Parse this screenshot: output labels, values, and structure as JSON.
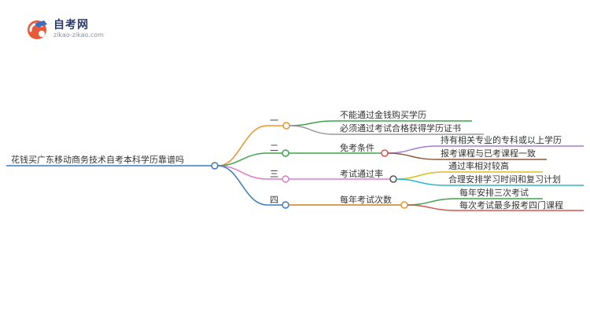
{
  "logo": {
    "title": "自考网",
    "url": "zikao-zikao.com"
  },
  "root": {
    "label": "花钱买广东移动商务技术自考本科学历靠谱吗",
    "color": "#3a7bbf"
  },
  "branches": [
    {
      "marker": "一",
      "label": "",
      "color": "#f0932b",
      "children": [
        {
          "label": "不能通过金钱购买学历",
          "color": "#3fa34d"
        },
        {
          "label": "必须通过考试合格获得学历证书",
          "color": "#9a9a9a"
        }
      ]
    },
    {
      "marker": "二",
      "label": "免考条件",
      "color": "#3fa34d",
      "children": [
        {
          "label": "持有相关专业的专科或以上学历",
          "color": "#a57bd6"
        },
        {
          "label": "报考课程与已考课程一致",
          "color": "#8a5a3c"
        }
      ]
    },
    {
      "marker": "三",
      "label": "考试通过率",
      "color": "#e07bc7",
      "children": [
        {
          "label": "通过率相对较高",
          "color": "#d4c21a"
        },
        {
          "label": "合理安排学习时间和复习计划",
          "color": "#2fb5c9"
        }
      ]
    },
    {
      "marker": "四",
      "label": "每年考试次数",
      "color": "#f0932b",
      "children": [
        {
          "label": "每年安排三次考试",
          "color": "#3fa34d"
        },
        {
          "label": "每次考试最多报考四门课程",
          "color": "#d9534f"
        }
      ]
    }
  ]
}
